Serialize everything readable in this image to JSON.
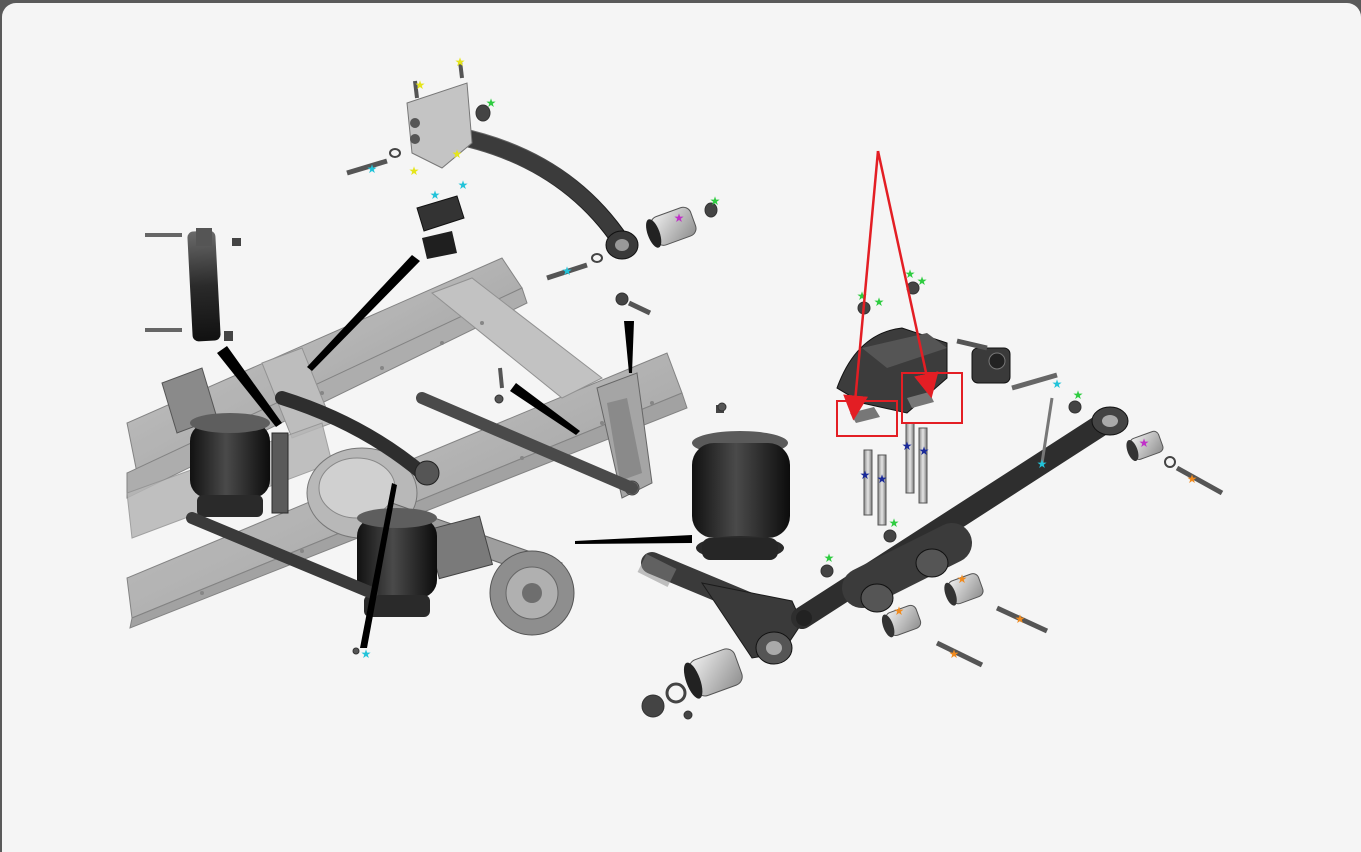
{
  "figure": {
    "title": "",
    "caption": "",
    "text_labels": []
  },
  "colors": {
    "page_background": "#f5f5f5",
    "outer_border": "#5a5a5a",
    "callout_red": "#e31e24",
    "frame_gray": "#9a9a9a",
    "part_dark": "#2b2b2b",
    "part_mid": "#6e6e6e",
    "part_light": "#cfcfcf",
    "star_yellow": "#e5e51a",
    "star_green": "#2ecc40",
    "star_cyan": "#22c3d9",
    "star_magenta": "#c030c8",
    "star_navy": "#1a2a9a",
    "star_orange": "#f08a1e"
  },
  "components": [
    "upper-torque-arm",
    "torque-arm-bracket",
    "shock-absorber",
    "chassis-frame",
    "air-spring-left",
    "air-spring-exploded",
    "drive-axle",
    "lower-trailing-arm",
    "equalizer-beam",
    "axle-seat",
    "u-bolts",
    "hanger-bracket",
    "bushings",
    "fasteners"
  ],
  "callouts": {
    "red_highlight_count": 2,
    "black_pointer_count": 6
  }
}
